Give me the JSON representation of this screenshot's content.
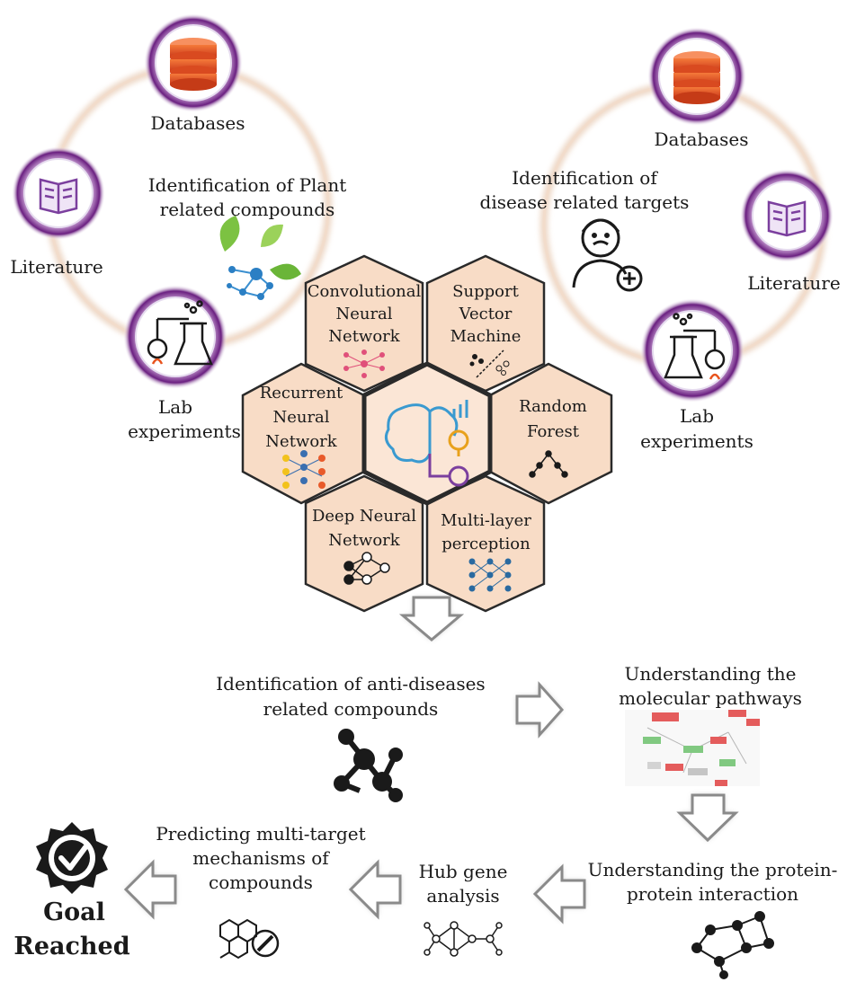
{
  "left_cycle": {
    "databases": "Databases",
    "literature": "Literature",
    "lab": [
      "Lab",
      "experiments"
    ],
    "title": [
      "Identification of Plant",
      "related compounds"
    ]
  },
  "right_cycle": {
    "databases": "Databases",
    "literature": "Literature",
    "lab": [
      "Lab",
      "experiments"
    ],
    "title": [
      "Identification of",
      "disease related targets"
    ]
  },
  "hexagons": {
    "cnn": [
      "Convolutional",
      "Neural",
      "Network"
    ],
    "svm": [
      "Support",
      "Vector",
      "Machine"
    ],
    "rnn": [
      "Recurrent",
      "Neural",
      "Network"
    ],
    "rf": [
      "Random",
      "Forest"
    ],
    "dnn": [
      "Deep Neural",
      "Network"
    ],
    "mlp": [
      "Multi-layer",
      "perception"
    ]
  },
  "flow": {
    "anti": [
      "Identification of anti-diseases",
      "related compounds"
    ],
    "pathways": [
      "Understanding the",
      "molecular pathways"
    ],
    "ppi": [
      "Understanding the protein-",
      "protein interaction"
    ],
    "hub": [
      "Hub gene",
      "analysis"
    ],
    "multi": [
      "Predicting multi-target",
      "mechanisms of",
      "compounds"
    ],
    "goal": [
      "Goal",
      "Reached"
    ]
  },
  "colors": {
    "hex_fill": "#f8dcc6",
    "ring_purple": "#7a2f8c",
    "ring_peach": "#e9c2a4",
    "db_orange": "#e8541e",
    "arrow_gray": "#9a9a9a"
  }
}
